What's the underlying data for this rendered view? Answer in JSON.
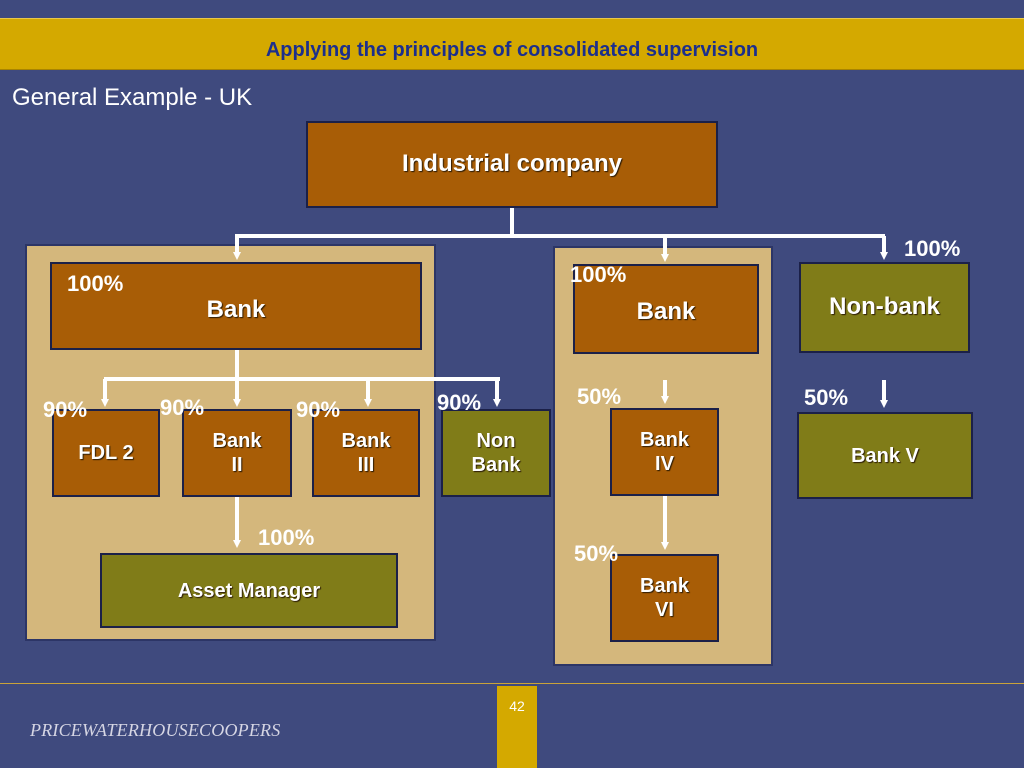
{
  "header": {
    "title": "Applying the principles of consolidated supervision"
  },
  "slide": {
    "subtitle": "General Example - UK",
    "page_number": "42"
  },
  "diagram": {
    "root": "Industrial company",
    "left_group": {
      "bank": "Bank",
      "bank_pct": "100%",
      "children": [
        {
          "label": "FDL 2",
          "pct": "90%"
        },
        {
          "label": "Bank\nII",
          "pct": "90%"
        },
        {
          "label": "Bank\nIII",
          "pct": "90%"
        },
        {
          "label": "Non\nBank",
          "pct": "90%"
        }
      ],
      "asset_manager": "Asset Manager",
      "asset_manager_pct": "100%"
    },
    "middle_group": {
      "bank": "Bank",
      "bank_pct": "100%",
      "bank_iv": "Bank\nIV",
      "bank_iv_pct": "50%",
      "bank_vi": "Bank\nVI",
      "bank_vi_pct": "50%"
    },
    "right_group": {
      "non_bank": "Non-bank",
      "non_bank_pct": "100%",
      "bank_v": "Bank V",
      "bank_v_pct": "50%"
    }
  },
  "footer": {
    "logo": "PRICEWATERHOUSECOOPERS"
  },
  "colors": {
    "background": "#3f4a7e",
    "title_bar": "#d4a900",
    "title_text": "#1c2f8c",
    "panel": "#d4b77c",
    "bank_box": "#a85d06",
    "nonbank_box": "#807c18",
    "connector": "#ffffff"
  }
}
